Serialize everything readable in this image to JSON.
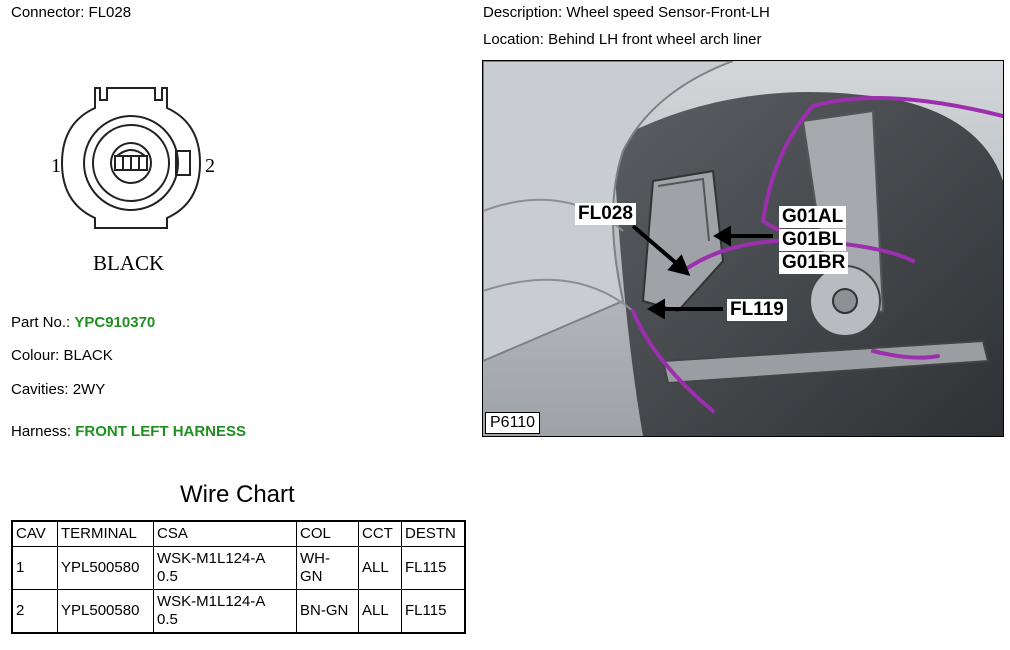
{
  "connector": {
    "label": "Connector:",
    "value": "FL028"
  },
  "description": {
    "label": "Description:",
    "value": "Wheel speed Sensor-Front-LH"
  },
  "location": {
    "label": "Location:",
    "value": "Behind LH front wheel arch liner"
  },
  "diagram": {
    "pin_left": "1",
    "pin_right": "2",
    "color_label": "BLACK"
  },
  "part_no": {
    "label": "Part No.:",
    "value": "YPC910370"
  },
  "colour": {
    "label": "Colour:",
    "value": "BLACK"
  },
  "cavities": {
    "label": "Cavities:",
    "value": "2WY"
  },
  "harness": {
    "label": "Harness:",
    "value": "FRONT LEFT HARNESS"
  },
  "wire_chart": {
    "title": "Wire Chart",
    "headers": [
      "CAV",
      "TERMINAL",
      "CSA",
      "COL",
      "CCT",
      "DESTN"
    ],
    "rows": [
      {
        "cav": "1",
        "terminal": "YPL500580",
        "csa_1": "WSK-M1L124-A",
        "csa_2": "0.5",
        "col_1": "WH-",
        "col_2": "GN",
        "cct": "ALL",
        "destn": "FL115"
      },
      {
        "cav": "2",
        "terminal": "YPL500580",
        "csa_1": "WSK-M1L124-A",
        "csa_2": "0.5",
        "col_1": "BN-GN",
        "col_2": "",
        "cct": "ALL",
        "destn": "FL115"
      }
    ]
  },
  "photo": {
    "callouts": {
      "fl028": "FL028",
      "g01al": "G01AL",
      "g01bl": "G01BL",
      "g01br": "G01BR",
      "fl119": "FL119"
    },
    "photo_id": "P6110"
  },
  "colors": {
    "green_text": "#1f8f1f",
    "harness_wire": "#9b2fae"
  }
}
